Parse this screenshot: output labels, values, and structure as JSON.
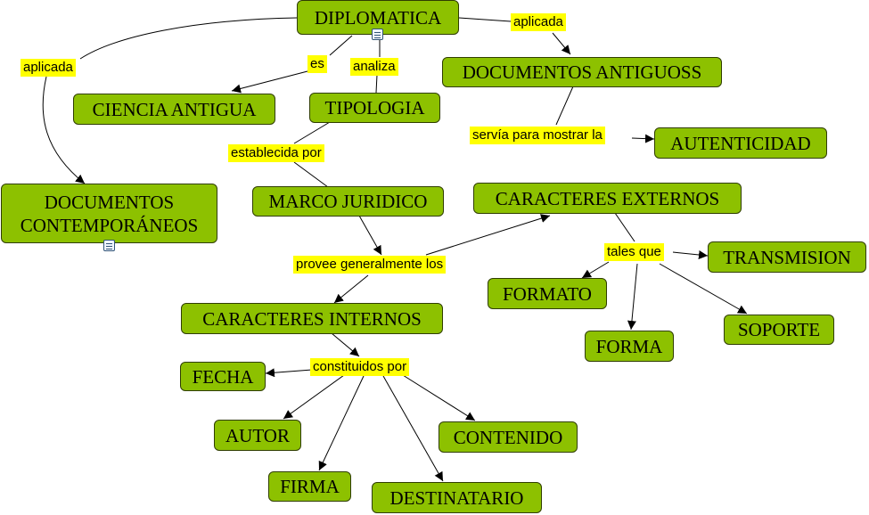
{
  "nodes": {
    "diplomatica": "DIPLOMATICA",
    "documentos_antiguoss": "DOCUMENTOS ANTIGUOSS",
    "ciencia_antigua": "CIENCIA ANTIGUA",
    "tipologia": "TIPOLOGIA",
    "autenticidad": "AUTENTICIDAD",
    "documentos_contemporaneos": "DOCUMENTOS CONTEMPORÁNEOS",
    "marco_juridico": "MARCO JURIDICO",
    "caracteres_externos": "CARACTERES EXTERNOS",
    "transmision": "TRANSMISION",
    "formato": "FORMATO",
    "caracteres_internos": "CARACTERES INTERNOS",
    "soporte": "SOPORTE",
    "forma": "FORMA",
    "fecha": "FECHA",
    "autor": "AUTOR",
    "contenido": "CONTENIDO",
    "firma": "FIRMA",
    "destinatario": "DESTINATARIO"
  },
  "links": {
    "aplicada_right": "aplicada",
    "aplicada_left": "aplicada",
    "es": "es",
    "analiza": "analiza",
    "servia": "servía para mostrar la",
    "establecida_por": "establecida por",
    "provee": "provee generalmente los",
    "tales_que": "tales que",
    "constituidos_por": "constituidos por"
  },
  "icons": {
    "diplomatica_resource": "document-icon",
    "contemporaneos_resource": "concept-map-icon"
  },
  "colors": {
    "node_fill": "#8dc100",
    "link_label_fill": "#ffff00",
    "line": "#000000"
  }
}
